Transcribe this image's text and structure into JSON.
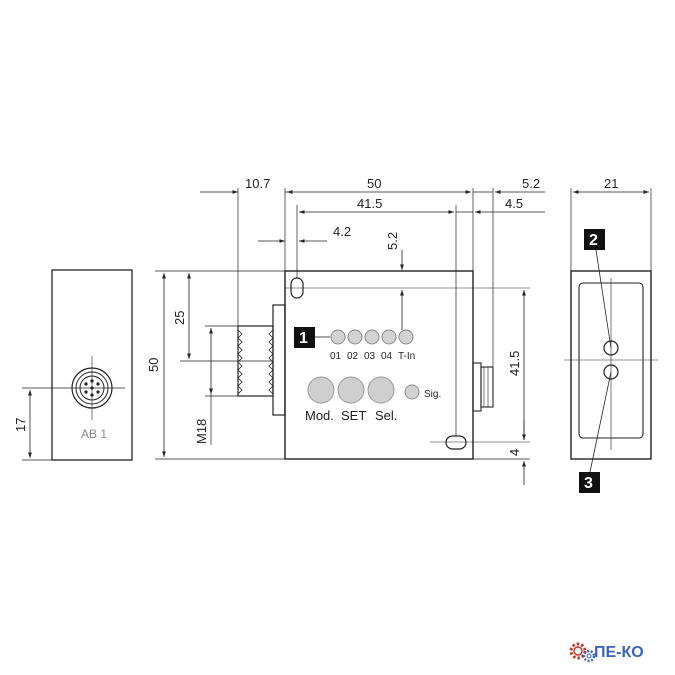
{
  "dims": {
    "d107": "10.7",
    "d50_top": "50",
    "d52_top": "5.2",
    "d415_top": "41.5",
    "d45": "4.5",
    "d42": "4.2",
    "d52_vert": "5.2",
    "d21": "21",
    "d25": "25",
    "d50_left": "50",
    "m18": "M18",
    "d17": "17",
    "d415_right": "41.5",
    "d4": "4"
  },
  "labels": {
    "ab1": "AB 1",
    "leds": [
      "01",
      "02",
      "03",
      "04",
      "T-In"
    ],
    "sig": "Sig.",
    "mod": "Mod.",
    "set": "SET",
    "sel": "Sel."
  },
  "callouts": {
    "c1": "1",
    "c2": "2",
    "c3": "3"
  },
  "logo": {
    "text": "ПЕ-КО",
    "icon": "gear-icon"
  },
  "colors": {
    "line": "#222222",
    "button": "#c9c9c9",
    "led": "#d0d0d0",
    "logo": "#3b63b8",
    "gear": "#c0392b"
  }
}
